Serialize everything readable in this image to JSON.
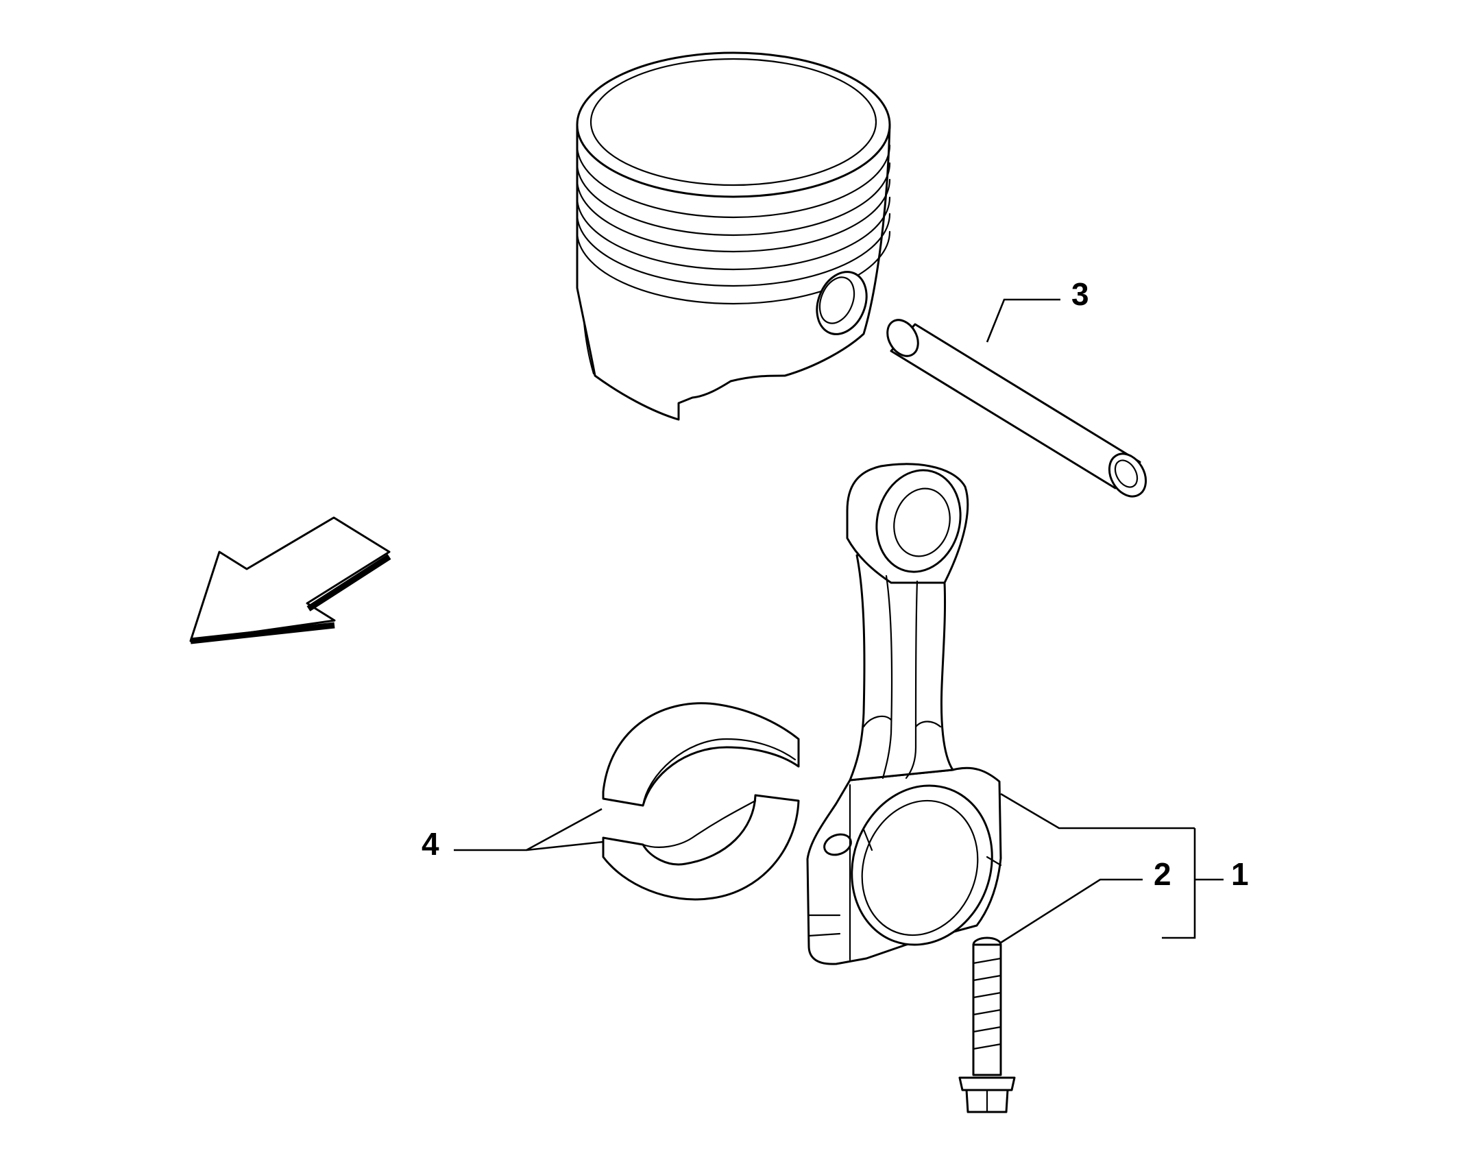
{
  "callouts": {
    "connecting_rod_assembly": "1",
    "rod_bolt": "2",
    "piston_pin": "3",
    "bearing_shells": "4"
  },
  "colors": {
    "line": "#000000",
    "background": "#ffffff"
  },
  "icons": {
    "direction_arrow": "arrow-down-left-icon"
  }
}
